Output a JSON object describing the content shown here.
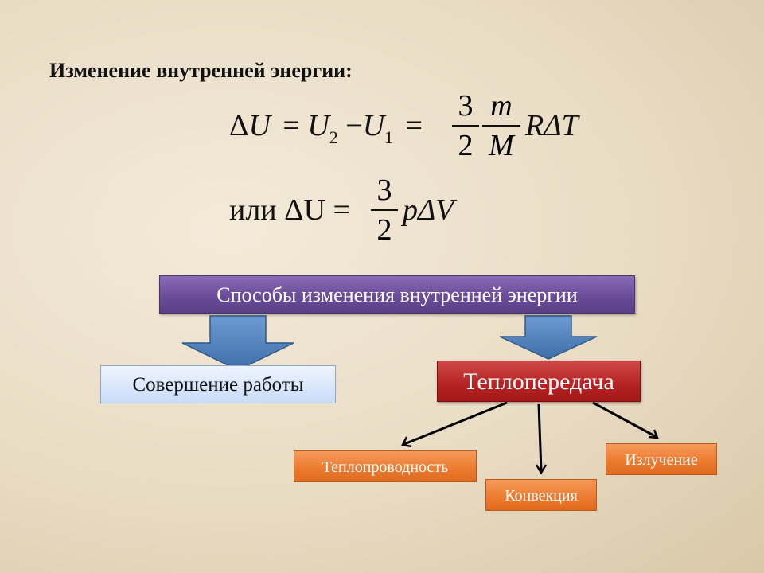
{
  "title": "Изменение внутренней энергии:",
  "formula1": {
    "delta": "Δ",
    "U": "U",
    "eq": "=",
    "U2": "U",
    "sub2": "2",
    "minus": "−",
    "U1": "U",
    "sub1": "1",
    "eq2": "=",
    "frac_num": "3",
    "frac_den": "2",
    "m": "m",
    "M": "M",
    "tail": "RΔT"
  },
  "formula2": {
    "prefix": "или ΔU =",
    "frac_num": "3",
    "frac_den": "2",
    "tail": "pΔV"
  },
  "diagram": {
    "ways": "Способы изменения внутренней энергии",
    "work": "Совершение работы",
    "heat_transfer": "Теплопередача",
    "conduction": "Теплопроводность",
    "convection": "Конвекция",
    "radiation": "Излучение"
  },
  "colors": {
    "ways_box": "#6a4c98",
    "heat_box": "#b42222",
    "work_box": "#c9dcf7",
    "orange_box": "#ec7a2e",
    "block_arrow": "#4f81bd"
  }
}
